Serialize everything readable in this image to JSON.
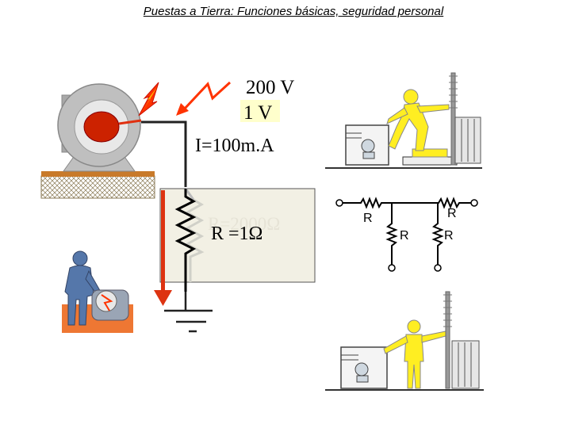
{
  "title": "Puestas a Tierra: Funciones básicas, seguridad personal",
  "labels": {
    "voltage_fault": "200 V",
    "voltage_touch": "1 V",
    "current": "I=100m.A",
    "resistance_faded": "R=2000Ω",
    "resistance_ground": "R =1Ω",
    "r_top_left": "R",
    "r_top_right": "R",
    "r_vertical_left": "R",
    "r_vertical_right": "R"
  },
  "colors": {
    "motor_gray": "#bfbfbf",
    "motor_core": "#cc2200",
    "base_wood": "#c87a2a",
    "panel_fill": "#f2f0e4",
    "arrow_red": "#dd3311",
    "person_yellow": "#ffee22",
    "worker_blue": "#5577aa",
    "floor_orange": "#ee7733",
    "label_highlight": "#ffffcc"
  }
}
